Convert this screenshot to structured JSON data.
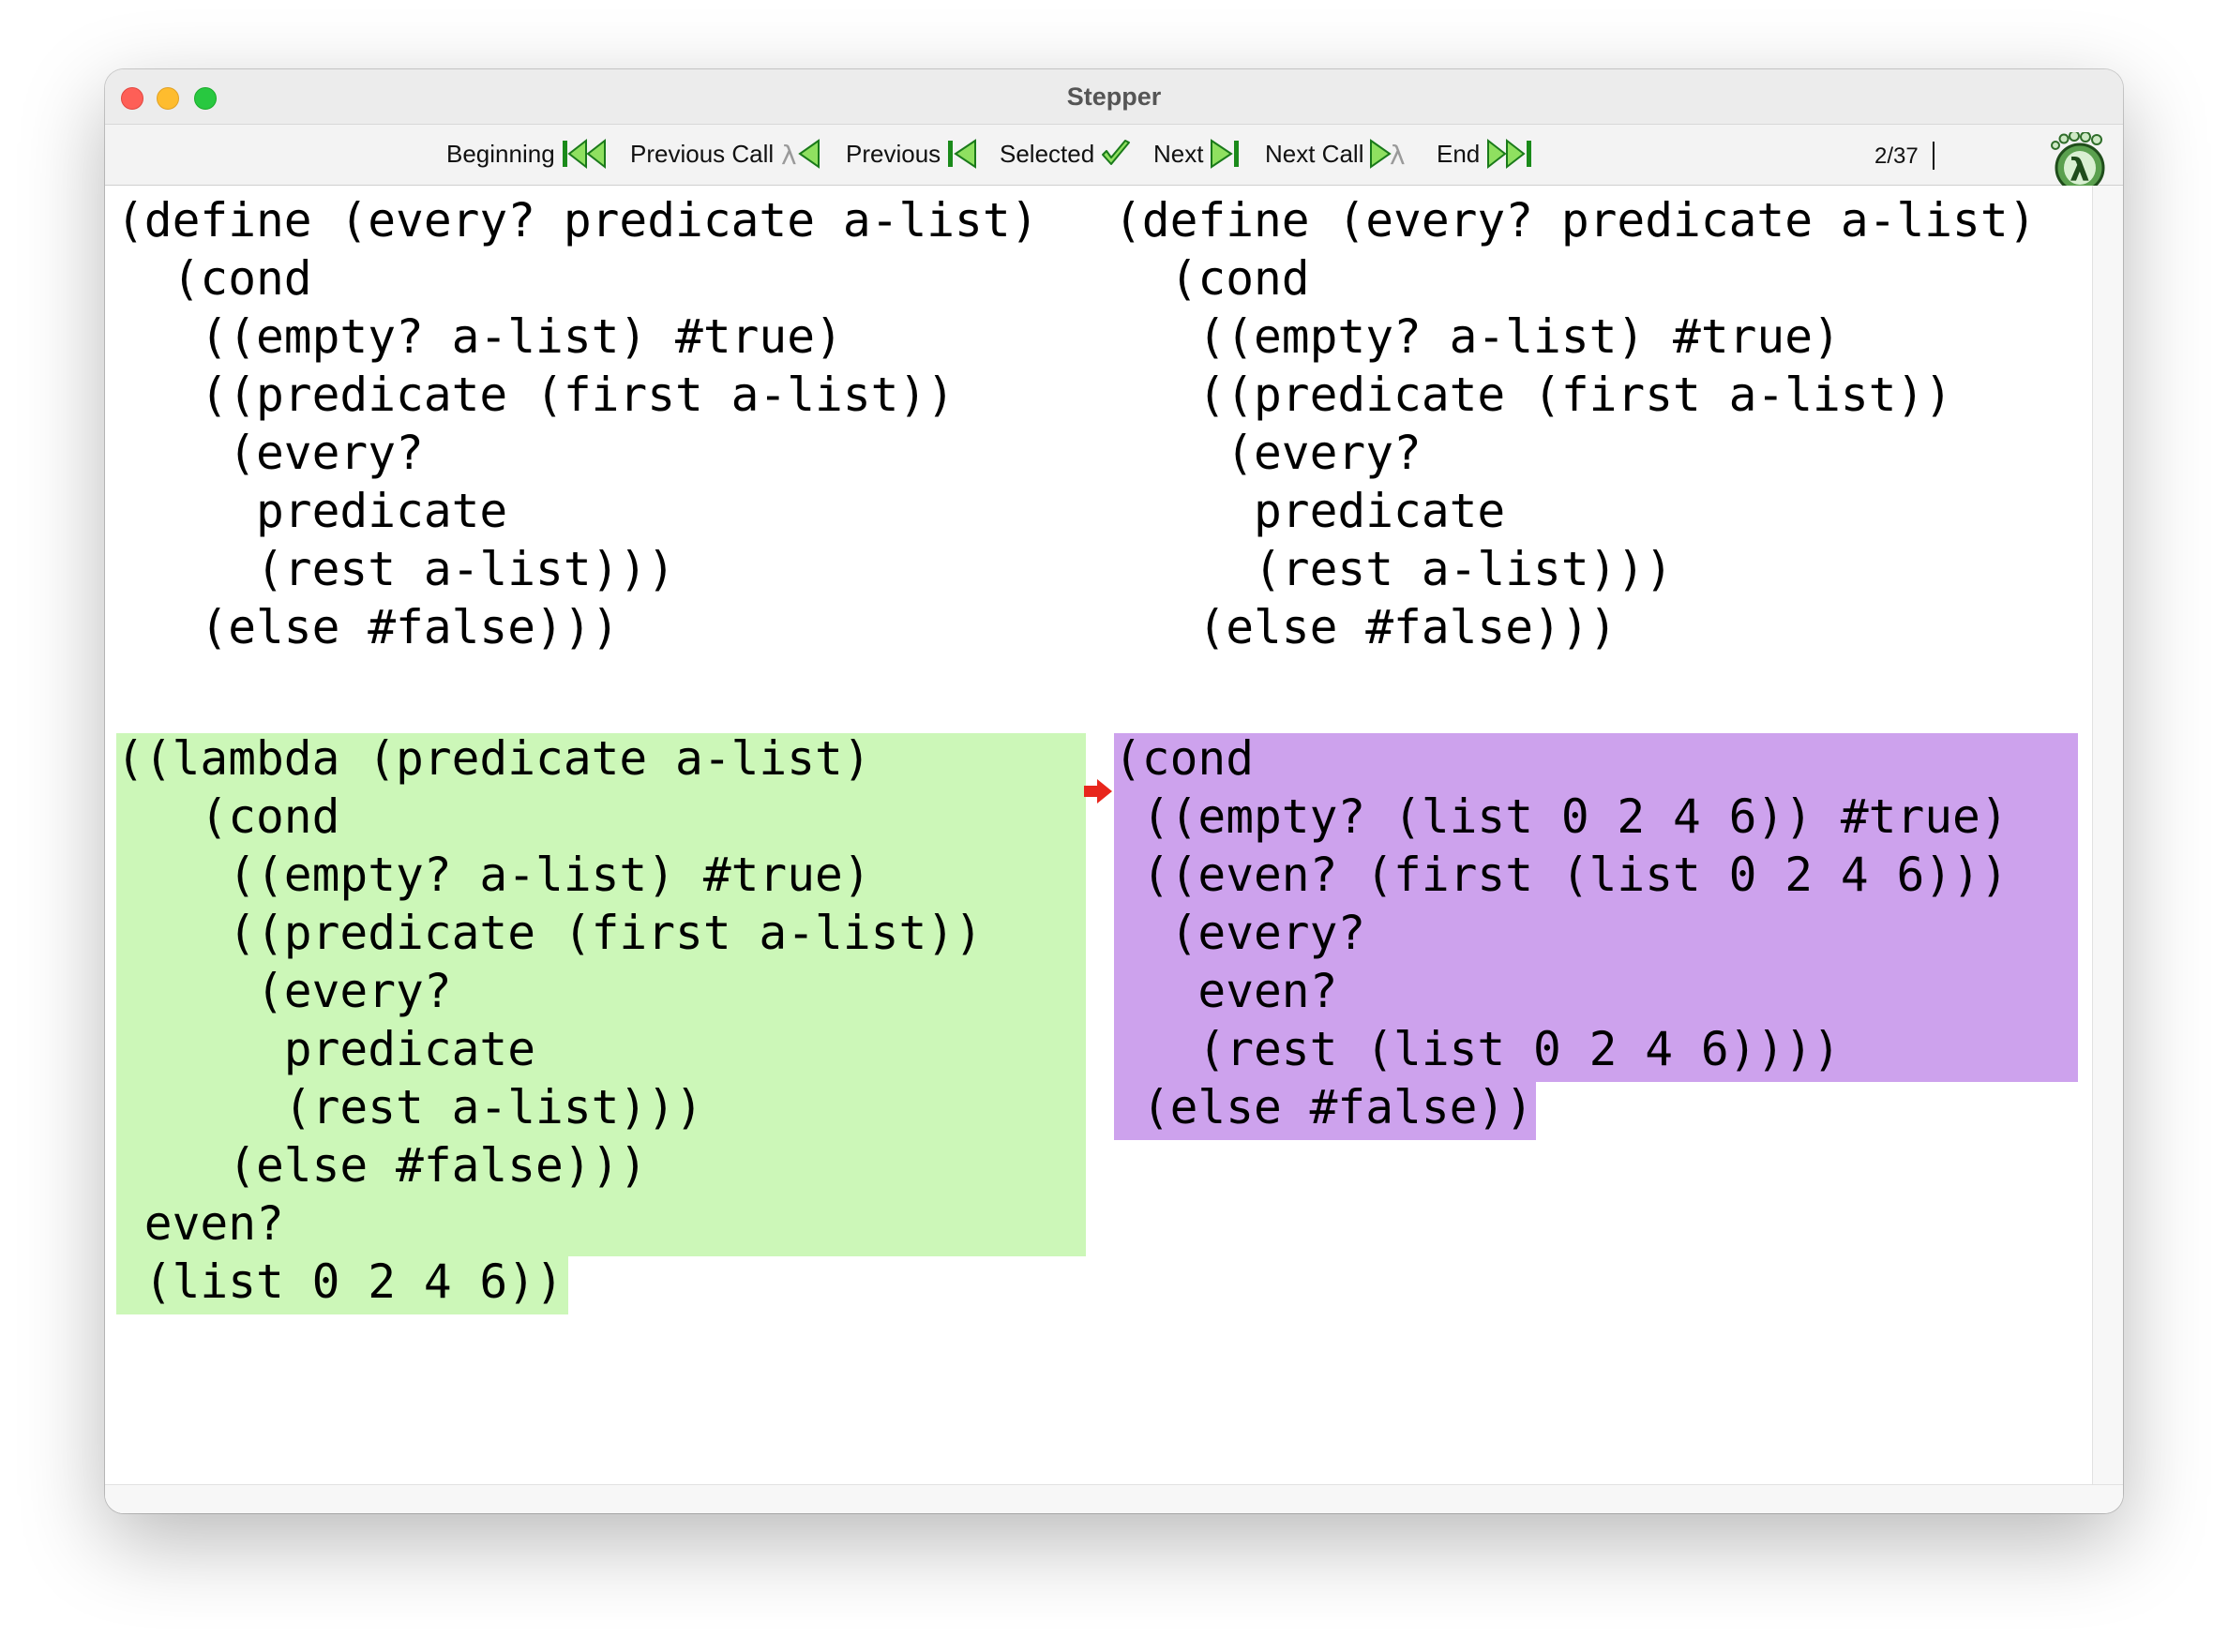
{
  "window": {
    "title": "Stepper"
  },
  "toolbar": {
    "buttons": [
      {
        "id": "beginning",
        "label": "Beginning",
        "icon": "skip-to-start-icon"
      },
      {
        "id": "previous-call",
        "label": "Previous Call",
        "icon": "previous-call-icon"
      },
      {
        "id": "previous",
        "label": "Previous",
        "icon": "step-back-icon"
      },
      {
        "id": "selected",
        "label": "Selected",
        "icon": "checkmark-icon"
      },
      {
        "id": "next",
        "label": "Next",
        "icon": "step-forward-icon"
      },
      {
        "id": "next-call",
        "label": "Next Call",
        "icon": "next-call-icon"
      },
      {
        "id": "end",
        "label": "End",
        "icon": "skip-to-end-icon"
      }
    ],
    "step_counter": "2/37",
    "logo_icon": "racket-stepper-footprint-lambda-icon"
  },
  "before": {
    "context": "(define (every? predicate a-list)\n  (cond\n   ((empty? a-list) #true)\n   ((predicate (first a-list))\n    (every?\n     predicate\n     (rest a-list)))\n   (else #false)))",
    "redex": "((lambda (predicate a-list)\n   (cond\n    ((empty? a-list) #true)\n    ((predicate (first a-list))\n     (every?\n      predicate\n      (rest a-list)))\n    (else #false)))\n even?\n (list 0 2 4 6))"
  },
  "after": {
    "context": "(define (every? predicate a-list)\n  (cond\n   ((empty? a-list) #true)\n   ((predicate (first a-list))\n    (every?\n     predicate\n     (rest a-list)))\n   (else #false)))",
    "contractum": "(cond\n ((empty? (list 0 2 4 6)) #true)\n ((even? (first (list 0 2 4 6)))\n  (every?\n   even?\n   (rest (list 0 2 4 6))))\n (else #false))"
  },
  "colors": {
    "redex_highlight": "#ccf7b8",
    "contractum_highlight": "#cda2ed",
    "step_arrow": "#e8261c"
  }
}
